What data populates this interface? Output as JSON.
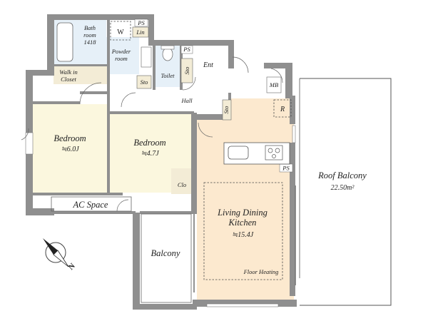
{
  "rooms": {
    "bathroom": {
      "name": "Bath\nroom\n1418"
    },
    "washer": {
      "name": "W"
    },
    "linen": {
      "name": "Lin"
    },
    "ps_top": {
      "name": "PS"
    },
    "powder_room": {
      "name": "Powder\nroom"
    },
    "walk_in_closet": {
      "name": "Walk in\nCloset"
    },
    "toilet": {
      "name": "Toilet"
    },
    "ps_toilet": {
      "name": "PS"
    },
    "storage_toilet": {
      "name": "Sto"
    },
    "storage_powder": {
      "name": "Sto"
    },
    "entrance": {
      "name": "Ent"
    },
    "hall": {
      "name": "Hall"
    },
    "storage_hall": {
      "name": "Sto"
    },
    "mb": {
      "name": "MB"
    },
    "refrigerator": {
      "name": "R"
    },
    "bedroom1": {
      "name": "Bedroom",
      "area": "≒6.0J"
    },
    "bedroom2": {
      "name": "Bedroom",
      "area": "≒4.7J"
    },
    "closet": {
      "name": "Clo"
    },
    "ps_kitchen": {
      "name": "PS"
    },
    "ac_space": {
      "name": "AC Space"
    },
    "ldk": {
      "name": "Living Dining\nKitchen",
      "area": "≒15.4J",
      "note": "Floor Heating"
    },
    "balcony": {
      "name": "Balcony"
    },
    "roof_balcony": {
      "name": "Roof Balcony",
      "area": "22.50m²"
    }
  },
  "compass": {
    "label": "N"
  },
  "colors": {
    "wall": "#8f8f8f",
    "bedroom": "#fbf7de",
    "ldk": "#fce9cf",
    "wet_area": "#e6f0f8",
    "closet": "#f3ecd6"
  }
}
